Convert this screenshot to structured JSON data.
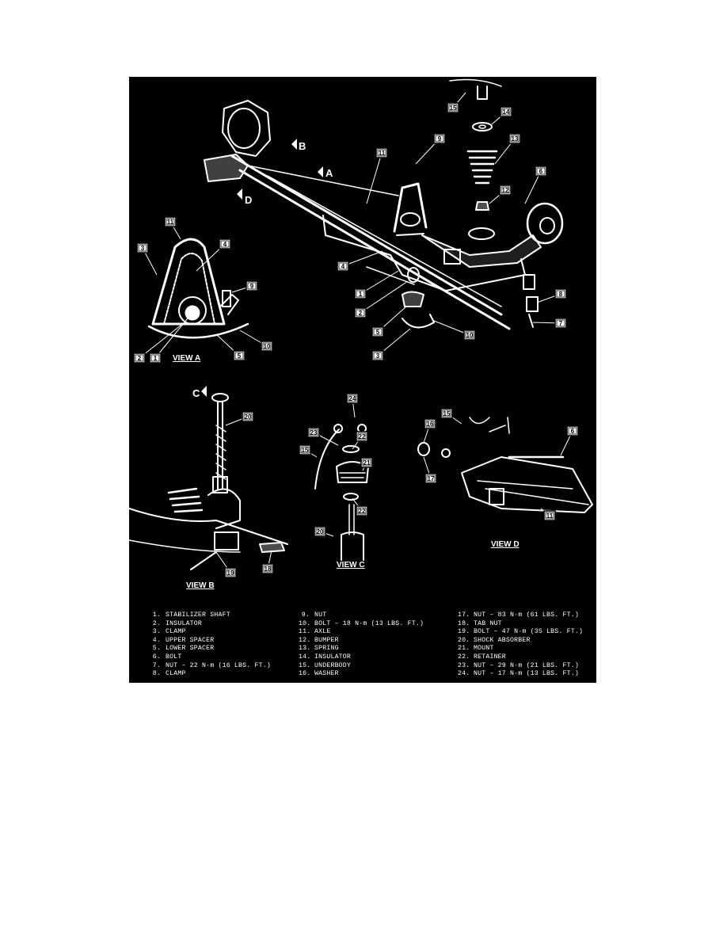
{
  "figure": {
    "views": [
      "VIEW A",
      "VIEW B",
      "VIEW C",
      "VIEW D"
    ],
    "direction_labels": [
      "B",
      "A",
      "D",
      "C"
    ],
    "callout_numbers": [
      "1",
      "2",
      "3",
      "4",
      "5",
      "6",
      "7",
      "8",
      "9",
      "10",
      "11",
      "12",
      "13",
      "14",
      "15",
      "16",
      "17",
      "18",
      "19",
      "20",
      "21",
      "22",
      "23",
      "24"
    ]
  },
  "legend": {
    "items": [
      {
        "num": "1.",
        "text": "STABILIZER SHAFT"
      },
      {
        "num": "2.",
        "text": "INSULATOR"
      },
      {
        "num": "3.",
        "text": "CLAMP"
      },
      {
        "num": "4.",
        "text": "UPPER SPACER"
      },
      {
        "num": "5.",
        "text": "LOWER SPACER"
      },
      {
        "num": "6.",
        "text": "BOLT"
      },
      {
        "num": "7.",
        "text": "NUT – 22 N·m (16 LBS. FT.)"
      },
      {
        "num": "8.",
        "text": "CLAMP"
      },
      {
        "num": "9.",
        "text": "NUT"
      },
      {
        "num": "10.",
        "text": "BOLT – 18 N·m (13 LBS. FT.)"
      },
      {
        "num": "11.",
        "text": "AXLE"
      },
      {
        "num": "12.",
        "text": "BUMPER"
      },
      {
        "num": "13.",
        "text": "SPRING"
      },
      {
        "num": "14.",
        "text": "INSULATOR"
      },
      {
        "num": "15.",
        "text": "UNDERBODY"
      },
      {
        "num": "16.",
        "text": "WASHER"
      },
      {
        "num": "17.",
        "text": "NUT – 83 N·m (61 LBS. FT.)"
      },
      {
        "num": "18.",
        "text": "TAB NUT"
      },
      {
        "num": "19.",
        "text": "BOLT – 47 N·m (35 LBS. FT.)"
      },
      {
        "num": "20.",
        "text": "SHOCK ABSORBER"
      },
      {
        "num": "21.",
        "text": "MOUNT"
      },
      {
        "num": "22.",
        "text": "RETAINER"
      },
      {
        "num": "23.",
        "text": "NUT – 29 N·m (21 LBS. FT.)"
      },
      {
        "num": "24.",
        "text": "NUT – 17 N·m (13 LBS. FT.)"
      }
    ]
  },
  "colors": {
    "background": "#000000",
    "ink": "#ffffff",
    "page": "#ffffff"
  }
}
